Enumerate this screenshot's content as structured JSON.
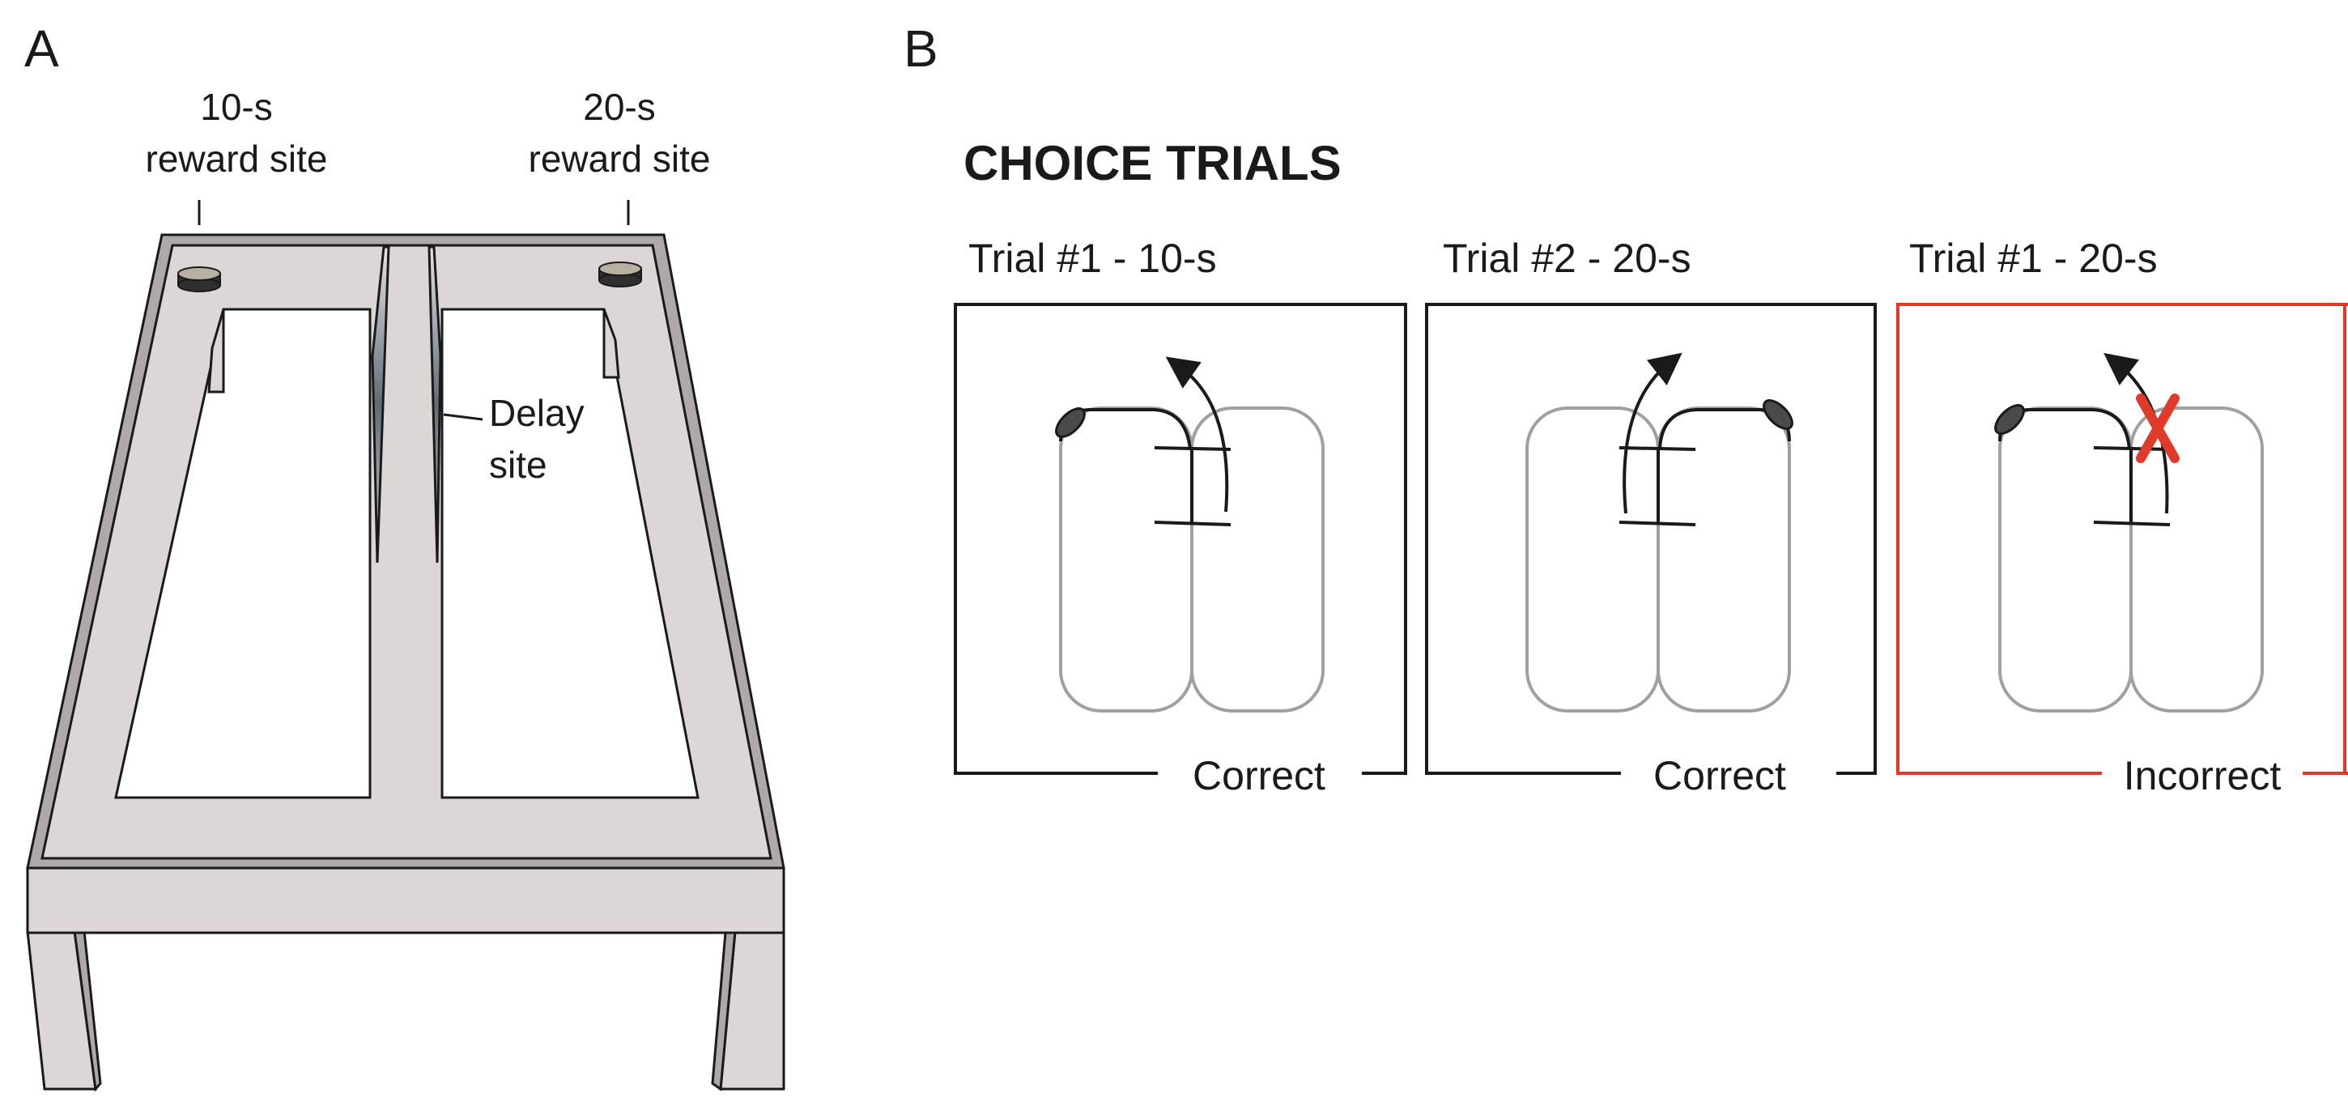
{
  "panel_a": {
    "letter": "A",
    "reward_10": {
      "line1": "10-s",
      "line2": "reward site"
    },
    "reward_20": {
      "line1": "20-s",
      "line2": "reward site"
    },
    "delay": {
      "line1": "Delay",
      "line2": "site"
    }
  },
  "panel_b": {
    "letter": "B",
    "heading": "CHOICE TRIALS",
    "trials": [
      {
        "title": "Trial #1 - 10-s",
        "result": "Correct"
      },
      {
        "title": "Trial #2 - 20-s",
        "result": "Correct"
      },
      {
        "title": "Trial #1 - 20-s",
        "result": "Incorrect"
      }
    ]
  },
  "colors": {
    "table_fill": "#dcd6d6",
    "table_edge": "#aea8a9",
    "maze_path": "#a0a0a0",
    "ink": "#1a1a1a",
    "error_red": "#e03a2a"
  }
}
